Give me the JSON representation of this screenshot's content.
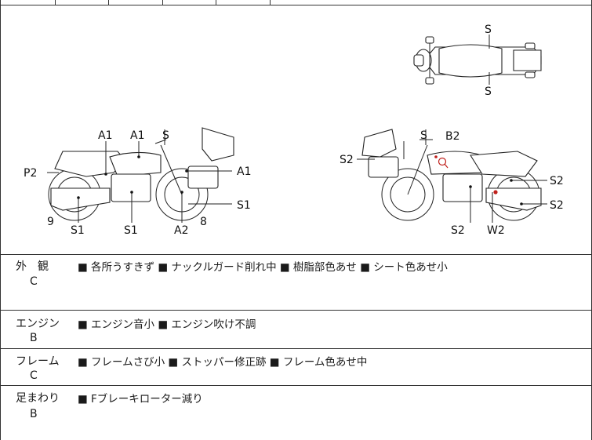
{
  "diagram": {
    "top_view": {
      "label_top": "S",
      "label_bottom": "S"
    },
    "left_view": {
      "labels": {
        "a1_left": "A1",
        "a1_mid": "A1",
        "s_top": "S",
        "a1_right": "A1",
        "p2": "P2",
        "s1_right": "S1",
        "n9": "9",
        "s1_left": "S1",
        "s1_mid": "S1",
        "a2": "A2",
        "n8": "8"
      }
    },
    "right_view": {
      "labels": {
        "s_top": "S",
        "b2": "B2",
        "s2_left": "S2",
        "s2_right_top": "S2",
        "s2_right_bottom": "S2",
        "s2_bottom": "S2",
        "w2": "W2"
      }
    }
  },
  "rows": [
    {
      "category": "外　観",
      "grade": "C",
      "notes": "■ 各所うすきず ■ ナックルガード削れ中 ■ 樹脂部色あせ ■ シート色あせ小"
    },
    {
      "category": "エンジン",
      "grade": "B",
      "notes": "■ エンジン音小 ■ エンジン吹け不調"
    },
    {
      "category": "フレーム",
      "grade": "C",
      "notes": "■ フレームさび小 ■ ストッパー修正跡 ■ フレーム色あせ中"
    },
    {
      "category": "足まわり",
      "grade": "B",
      "notes": "■ Fブレーキローター減り"
    }
  ]
}
